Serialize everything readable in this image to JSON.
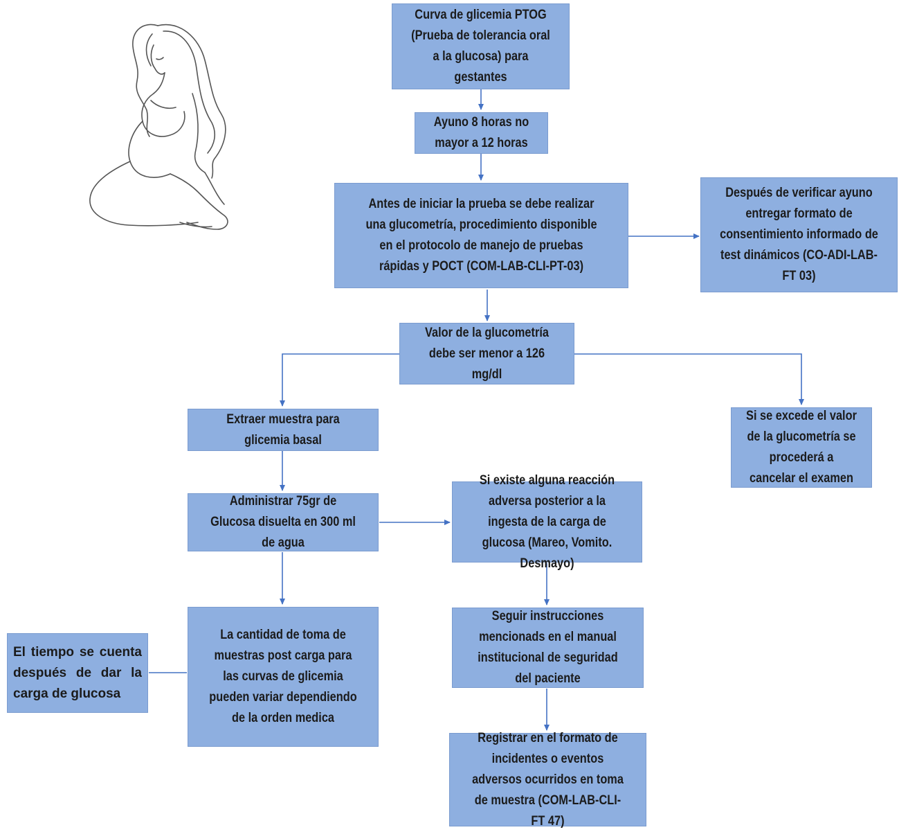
{
  "diagram": {
    "nodes": {
      "title": "Curva de glicemia PTOG (Prueba de tolerancia oral a la glucosa) para gestantes",
      "fasting": "Ayuno 8 horas no mayor a 12 horas",
      "glucometry": "Antes de iniciar la prueba se debe realizar una glucometría, procedimiento disponible en el protocolo de manejo de pruebas rápidas y POCT (COM-LAB-CLI-PT-03)",
      "consent": "Después de verificar ayuno entregar formato de consentimiento informado de test dinámicos (CO-ADI-LAB-FT 03)",
      "value_check": "Valor de la glucometría debe ser menor a 126 mg/dl",
      "basal_sample": "Extraer muestra para glicemia basal",
      "exceed": "Si se excede el valor de la glucometría se procederá a cancelar el examen",
      "administer": "Administrar 75gr de Glucosa disuelta en 300 ml de agua",
      "adverse": "Si existe alguna reacción adversa posterior a la ingesta de la carga de glucosa (Mareo, Vomito. Desmayo)",
      "samples_qty": "La cantidad de toma de muestras post carga para las curvas de glicemia pueden variar dependiendo de la orden medica",
      "time_note": "El tiempo se cuenta después de dar la carga de glucosa",
      "follow": "Seguir instrucciones mencionads en el manual institucional de seguridad del paciente",
      "register": "Registrar en el formato de incidentes o eventos adversos ocurridos en toma de muestra (COM-LAB-CLI-FT 47)"
    },
    "edges": [
      [
        "title",
        "fasting"
      ],
      [
        "fasting",
        "glucometry"
      ],
      [
        "glucometry",
        "consent"
      ],
      [
        "glucometry",
        "value_check"
      ],
      [
        "value_check",
        "basal_sample"
      ],
      [
        "value_check",
        "exceed"
      ],
      [
        "basal_sample",
        "administer"
      ],
      [
        "administer",
        "adverse"
      ],
      [
        "administer",
        "samples_qty"
      ],
      [
        "time_note",
        "samples_qty"
      ],
      [
        "adverse",
        "follow"
      ],
      [
        "follow",
        "register"
      ]
    ],
    "colors": {
      "box_fill": "#8eafe0",
      "arrow": "#4472c4",
      "text": "#1b1b1b"
    },
    "illustration": "pregnant-woman-line-art"
  }
}
